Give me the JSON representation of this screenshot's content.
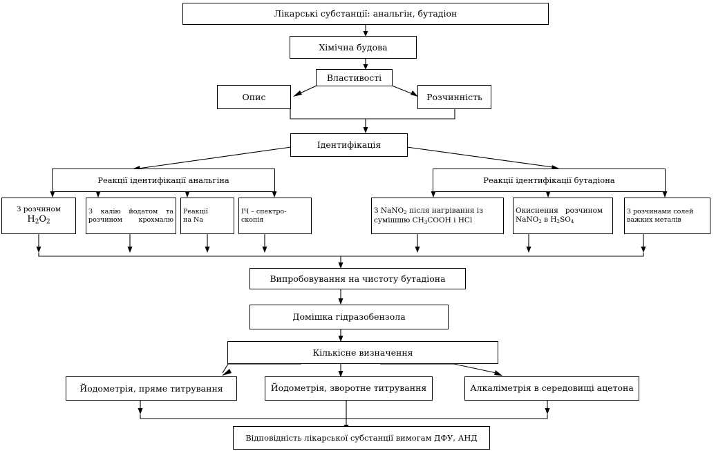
{
  "diagram": {
    "title": "Лікарські субстанції: анальгін, бутадіон",
    "nodes": {
      "substances": "Лікарські субстанції: анальгін, бутадіон",
      "chemical_structure": "Хімічна будова",
      "properties": "Властивості",
      "description": "Опис",
      "solubility": "Розчинність",
      "identification": "Ідентифікація",
      "analgin_reactions": "Реакції ідентифікації анальгіна",
      "butadion_reactions": "Реакції ідентифікації бутадіона",
      "purity_test": "Випробовування на чистоту бутадіона",
      "hydrazobenzene_admixture": "Домішка гідразобензола",
      "quantitative": "Кількісне визначення",
      "iodometry_direct": "Йодометрія, пряме титрування",
      "iodometry_back": "Йодометрія, зворотне титрування",
      "alkalimetry": "Алкаліметрія в середовищі ацетона",
      "conformity": "Відповідність лікарської субстанції вимогам ДФУ, АНД"
    },
    "analgin_tests": [
      {
        "line1": "З розчином",
        "line2_pre": "H",
        "line2_sub1": "2",
        "line2_mid": "O",
        "line2_sub2": "2",
        "plain": "З розчином H2O2"
      },
      {
        "line1": "З калію йодатом та",
        "line2": "розчином крохмалю",
        "plain": "З калію йодатом та розчином крохмалю"
      },
      {
        "line1": "Реакції",
        "line2": "на Na",
        "plain": "Реакції на Na"
      },
      {
        "line1": "ІЧ – спектро-",
        "line2": "скопія",
        "plain": "ІЧ – спектроскопія"
      }
    ],
    "butadion_tests": [
      {
        "plain": "З NaNO2 після нагрівання із сумішшю CH3COOH і HCl"
      },
      {
        "plain": "Окиснення розчином NaNO2 в H2SO4"
      },
      {
        "line1": "З розчинами солей",
        "line2": "важких металів",
        "plain": "З розчинами солей важких металів"
      }
    ],
    "colors": {
      "stroke": "#000000",
      "background": "#ffffff"
    }
  }
}
